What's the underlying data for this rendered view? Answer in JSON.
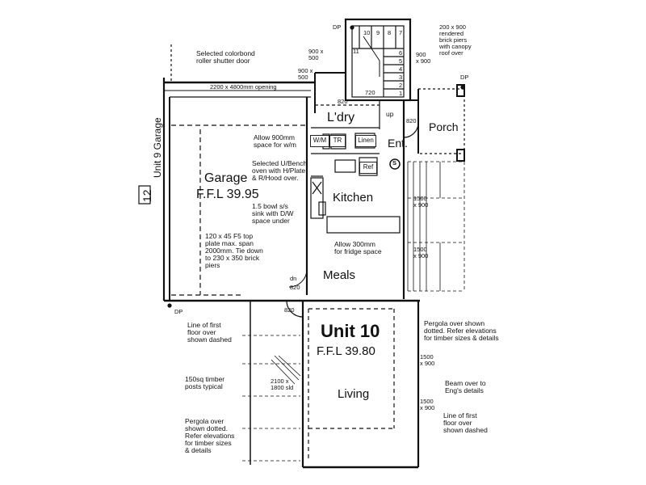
{
  "notes": {
    "roller_door": "Selected colorbond\nroller shutter door",
    "opening": "2200 x 4800mm opening",
    "brick_piers": "200 x 900\nrendered\nbrick piers\nwith canopy\nroof over",
    "win_900x500_a": "900 x\n500",
    "win_900x500_b": "900 x\n500",
    "win_900x900_top": "900\nx 900",
    "dp_top": "DP",
    "dp_right": "DP",
    "dp_bottom": "DP",
    "stairs": [
      "10",
      "9",
      "8",
      "7",
      "11",
      "6",
      "5",
      "4",
      "3",
      "2",
      "1"
    ],
    "up": "up",
    "dim_820_ldry": "820",
    "dim_720": "720",
    "dim_820_porch": "820",
    "dim_820_meals": "820",
    "dim_820_passage": "820",
    "dn": "dn",
    "wm_note": "Allow 900mm\nspace for w/m",
    "wm": "W/M",
    "tr": "TR",
    "linen": "Linen",
    "ref": "Ref",
    "s_symbol": "S",
    "oven_note": "Selected U/Bench\noven with H/Plate\n& R/Hood over.",
    "sink_note": "1.5 bowl s/s\nsink with D/W\nspace under",
    "fridge_note": "Allow 300mm\nfor fridge space",
    "top_plate_note": "120 x 45 F5 top\nplate max. span\n2000mm. Tie down\nto 230 x 350 brick\npiers",
    "win_1500_a": "1500\nx 900",
    "win_1500_b": "1500\nx 900",
    "win_1500_c": "1500\nx 900",
    "win_1500_d": "1500\nx 900",
    "pergola_right": "Pergola over shown\ndotted. Refer elevations\nfor timber sizes & details",
    "first_floor_left": "Line of first\nfloor over\nshown dashed",
    "posts": "150sq timber\nposts typical",
    "slider": "2100 x\n1800 sld",
    "pergola_left": "Pergola over\nshown dotted.\nRefer elevations\nfor timber sizes\n& details",
    "beam": "Beam over to\nEng's details",
    "first_floor_right": "Line of first\nfloor over\nshown dashed",
    "unit9": "Unit 9 Garage",
    "unit9_num": "12"
  },
  "rooms": {
    "garage": "Garage",
    "garage_ffl": "F.F.L 39.95",
    "ldry": "L'dry",
    "ent": "Ent.",
    "porch": "Porch",
    "kitchen": "Kitchen",
    "meals": "Meals",
    "unit": "Unit 10",
    "unit_ffl": "F.F.L  39.80",
    "living": "Living"
  }
}
